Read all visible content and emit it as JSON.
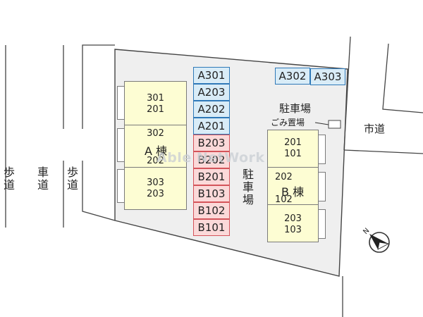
{
  "roads": {
    "left_sidewalk_1": "歩\n道",
    "left_road": "車\n道",
    "left_sidewalk_2": "歩\n道",
    "city_road": "市道"
  },
  "building_a": {
    "name": "A 棟",
    "rows": [
      {
        "top": "301",
        "bottom": "201"
      },
      {
        "top": "302",
        "bottom": "202"
      },
      {
        "top": "303",
        "bottom": "203"
      }
    ]
  },
  "building_b": {
    "name": "B 棟",
    "rows": [
      {
        "top": "201",
        "bottom": "101"
      },
      {
        "top": "202",
        "bottom": "102"
      },
      {
        "top": "203",
        "bottom": "103"
      }
    ]
  },
  "parking_column": [
    "A301",
    "A203",
    "A202",
    "A201",
    "B203",
    "B202",
    "B201",
    "B103",
    "B102",
    "B101"
  ],
  "parking_top": [
    "A302",
    "A303"
  ],
  "labels": {
    "parking_right": "駐車場",
    "parking_mid": "駐\n車\n場",
    "garbage": "ごみ置場"
  },
  "watermark": "Able NetWork",
  "colors": {
    "lot_fill": "#efefef",
    "building_fill": "#fdfdd3",
    "a_space_fill": "#d9ecf7",
    "a_space_border": "#2f79b8",
    "b_space_fill": "#fbd9d9",
    "b_space_border": "#d4545a"
  },
  "compass": "north-arrow-icon"
}
